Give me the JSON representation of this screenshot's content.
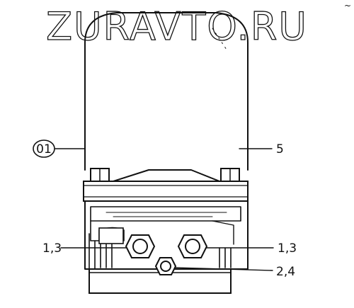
{
  "watermark": "ZURAVTO.RU",
  "corner_mark": "~",
  "callouts": {
    "item_01": "01",
    "item_5": "5",
    "left_ports": "1,3",
    "right_ports": "1,3",
    "bottom_port": "2,4"
  },
  "colors": {
    "ink": "#111111",
    "paper": "#ffffff"
  }
}
